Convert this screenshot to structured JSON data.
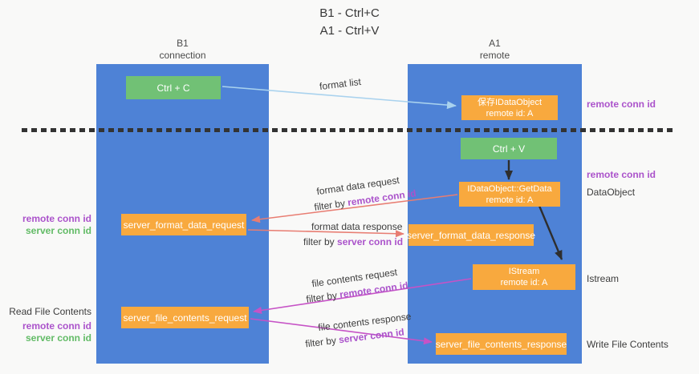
{
  "title": {
    "line1": "B1 - Ctrl+C",
    "line2": "A1 - Ctrl+V"
  },
  "lanes": {
    "left": {
      "name": "B1",
      "subtitle": "connection"
    },
    "right": {
      "name": "A1",
      "subtitle": "remote"
    }
  },
  "nodes": {
    "ctrl_c": {
      "label": "Ctrl + C"
    },
    "save_dataobject": {
      "line1": "保存IDataObject",
      "line2": "remote id: A"
    },
    "ctrl_v": {
      "label": "Ctrl + V"
    },
    "getdata": {
      "line1": "IDataObject::GetData",
      "line2": "remote id: A"
    },
    "istream": {
      "line1": "IStream",
      "line2": "remote id: A"
    },
    "format_request": {
      "label": "server_format_data_request"
    },
    "format_response": {
      "label": "server_format_data_response"
    },
    "file_request": {
      "label": "server_file_contents_request"
    },
    "file_response": {
      "label": "server_file_contents_response"
    }
  },
  "flows": {
    "format_list": {
      "label": "format list"
    },
    "format_request": {
      "label": "format data request",
      "filter_prefix": "filter by ",
      "filter_key": "remote conn id"
    },
    "format_response": {
      "label": "format data response",
      "filter_prefix": "filter by ",
      "filter_key": "server conn id"
    },
    "file_request": {
      "label": "file contents request",
      "filter_prefix": "filter by ",
      "filter_key": "remote conn id"
    },
    "file_response": {
      "label": "file contents response",
      "filter_prefix": "filter by ",
      "filter_key": "server conn id"
    }
  },
  "side_labels": {
    "right_top_conn_id": "remote conn id",
    "right_mid_conn_id": "remote conn id",
    "dataobject": "DataObject",
    "istream": "Istream",
    "write_file": "Write File Contents",
    "left_format_remote": "remote conn id",
    "left_format_server": "server conn id",
    "read_file": "Read File Contents",
    "left_file_remote": "remote conn id",
    "left_file_server": "server conn id"
  },
  "colors": {
    "lane_blue": "#4e82d6",
    "node_green": "#71c175",
    "node_orange": "#f8a93e",
    "label_purple": "#ab53cb",
    "label_green": "#62bb66",
    "arrow_lightblue": "#a9d2ee",
    "arrow_salmon": "#e87d72",
    "arrow_magenta": "#c653c6",
    "arrow_black": "#2e2e2e",
    "background": "#f9f9f8",
    "text_dark": "#3d3d3d"
  }
}
